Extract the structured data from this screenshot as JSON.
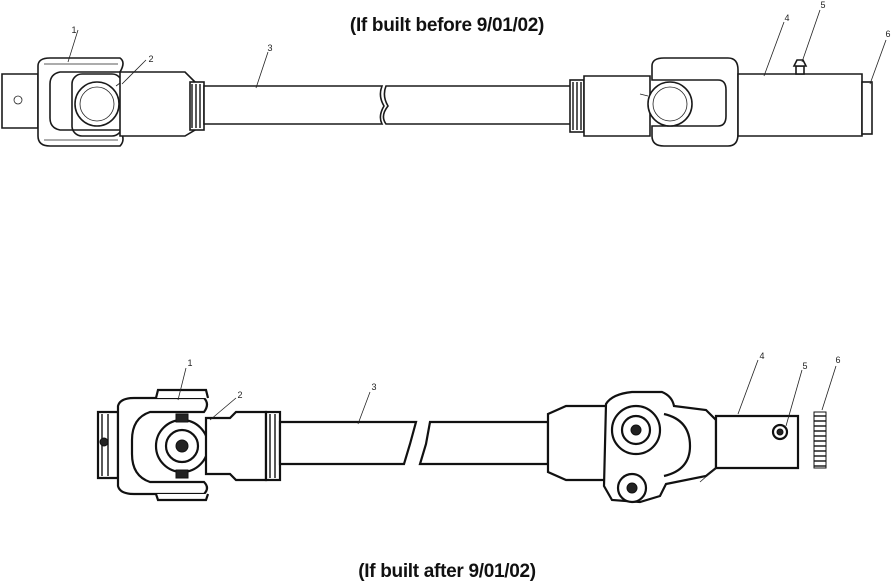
{
  "titles": {
    "top": "(If built before 9/01/02)",
    "bottom": "(If built after 9/01/02)"
  },
  "callouts_top": [
    "1",
    "2",
    "3",
    "4",
    "5",
    "6"
  ],
  "callouts_bottom": [
    "1",
    "2",
    "3",
    "4",
    "5",
    "6"
  ]
}
